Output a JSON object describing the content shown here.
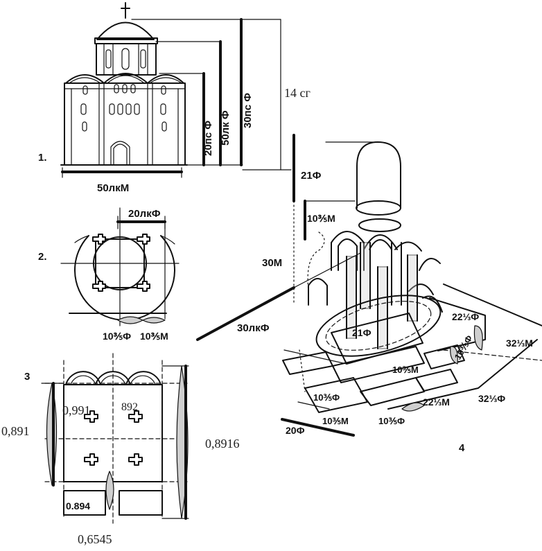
{
  "annotations": {
    "top_right": "14 сг",
    "bottom_center": "0,6545",
    "left_side": "0,891",
    "right_side": "0,8916",
    "plan_inner_a": "0,991",
    "plan_inner_b": "892"
  },
  "figures": {
    "fig1": {
      "number": "1.",
      "width_label": "50лкМ",
      "dims": [
        "20пс Ф",
        "50лк Ф",
        "30пс Ф"
      ]
    },
    "fig2": {
      "number": "2.",
      "top_label": "20лкФ",
      "bottom_left": "10⅗Ф",
      "bottom_right": "10⅗М"
    },
    "fig3": {
      "number": "3",
      "box_label": "0.894"
    },
    "fig4": {
      "number": "4",
      "labels": {
        "dome_height": "21Ф",
        "drum_height": "10⅗М",
        "height_30m": "30М",
        "diag_30": "30лкФ",
        "center_21": "21Ф",
        "r1": "22⅓Ф",
        "r2": "32⅓М",
        "r3": "10⅗Ф",
        "r4": "10⅗М",
        "r5": "22⅓М",
        "r6": "32⅓Ф",
        "f1": "10⅗Ф",
        "f2": "10⅗М",
        "f3": "20Ф",
        "f4": "10⅗Ф"
      }
    }
  }
}
